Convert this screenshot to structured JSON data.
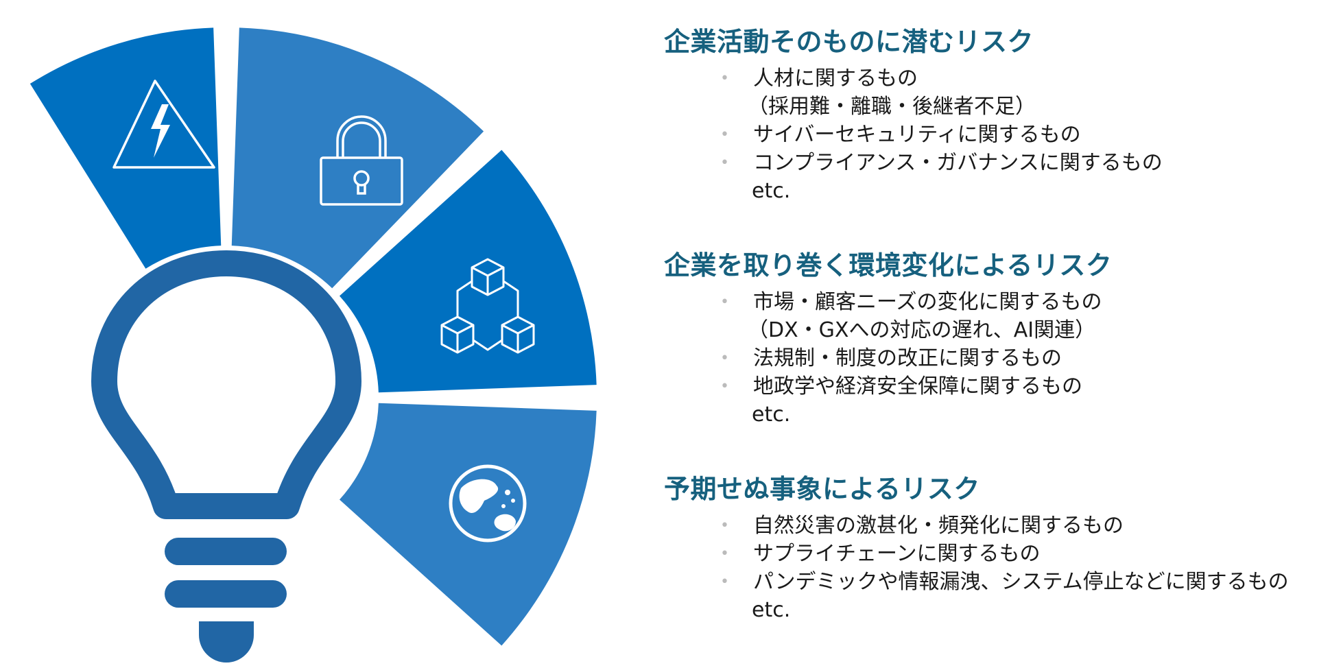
{
  "colors": {
    "segment_dark": "#0070c0",
    "segment_mid": "#2e7fc4",
    "bulb": "#2166a5",
    "title": "#16607e"
  },
  "segments": [
    {
      "name": "segment-hazard",
      "icon": "hazard-warning-icon",
      "color": "#0070c0"
    },
    {
      "name": "segment-security",
      "icon": "padlock-icon",
      "color": "#2e7fc4"
    },
    {
      "name": "segment-supply",
      "icon": "network-cubes-icon",
      "color": "#0070c0"
    },
    {
      "name": "segment-global",
      "icon": "globe-icon",
      "color": "#2e7fc4"
    }
  ],
  "sections": [
    {
      "title": "企業活動そのものに潜むリスク",
      "items": [
        "人材に関するもの",
        "（採用難・離職・後継者不足）",
        "サイバーセキュリティに関するもの",
        "コンプライアンス・ガバナンスに関するもの"
      ],
      "etc": "etc."
    },
    {
      "title": "企業を取り巻く環境変化によるリスク",
      "items": [
        "市場・顧客ニーズの変化に関するもの",
        "（DX・GXへの対応の遅れ、AI関連）",
        "法規制・制度の改正に関するもの",
        "地政学や経済安全保障に関するもの"
      ],
      "etc": "etc."
    },
    {
      "title": "予期せぬ事象によるリスク",
      "items": [
        "自然災害の激甚化・頻発化に関するもの",
        "サプライチェーンに関するもの",
        "パンデミックや情報漏洩、システム停止などに関するもの"
      ],
      "etc": "etc."
    }
  ]
}
